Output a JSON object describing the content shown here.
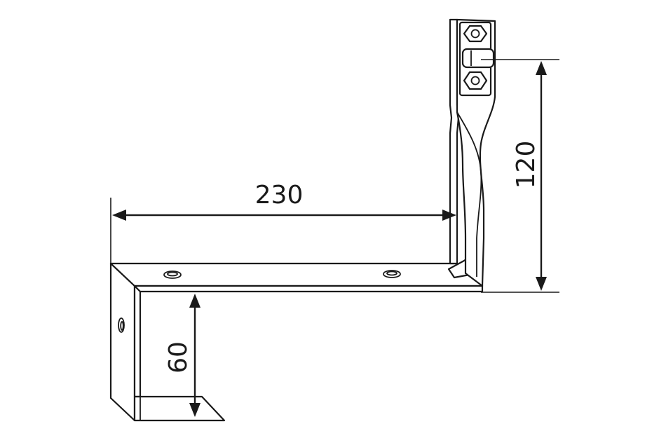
{
  "dimensions": {
    "horizontal_length": "230",
    "vertical_height": "120",
    "leg_height": "60"
  },
  "colors": {
    "line": "#1a1a1a",
    "background": "#ffffff"
  }
}
